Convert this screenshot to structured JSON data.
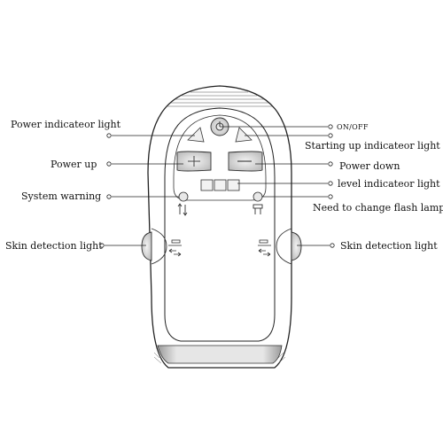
{
  "labels": {
    "power_indicator_light": "Power indicateor light",
    "on_off": "ON/OFF",
    "starting_up_indicator_light": "Starting up indicateor light",
    "power_up": "Power up",
    "power_down": "Power down",
    "level_indicator_light": "level indicateor light",
    "system_warning": "System warning",
    "need_to_change_flash_lamp": "Need to change flash lamp",
    "skin_detection_light_left": "Skin detection light",
    "skin_detection_light_right": "Skin detection light"
  },
  "icons": {
    "power": "power-icon",
    "plus": "plus-icon",
    "minus": "minus-icon",
    "warning": "warning-icon",
    "lamp": "flash-lamp-icon",
    "skin": "skin-detection-icon"
  },
  "colors": {
    "line": "#222222",
    "device_fill": "#ffffff",
    "shade": "#d8d8d8"
  }
}
